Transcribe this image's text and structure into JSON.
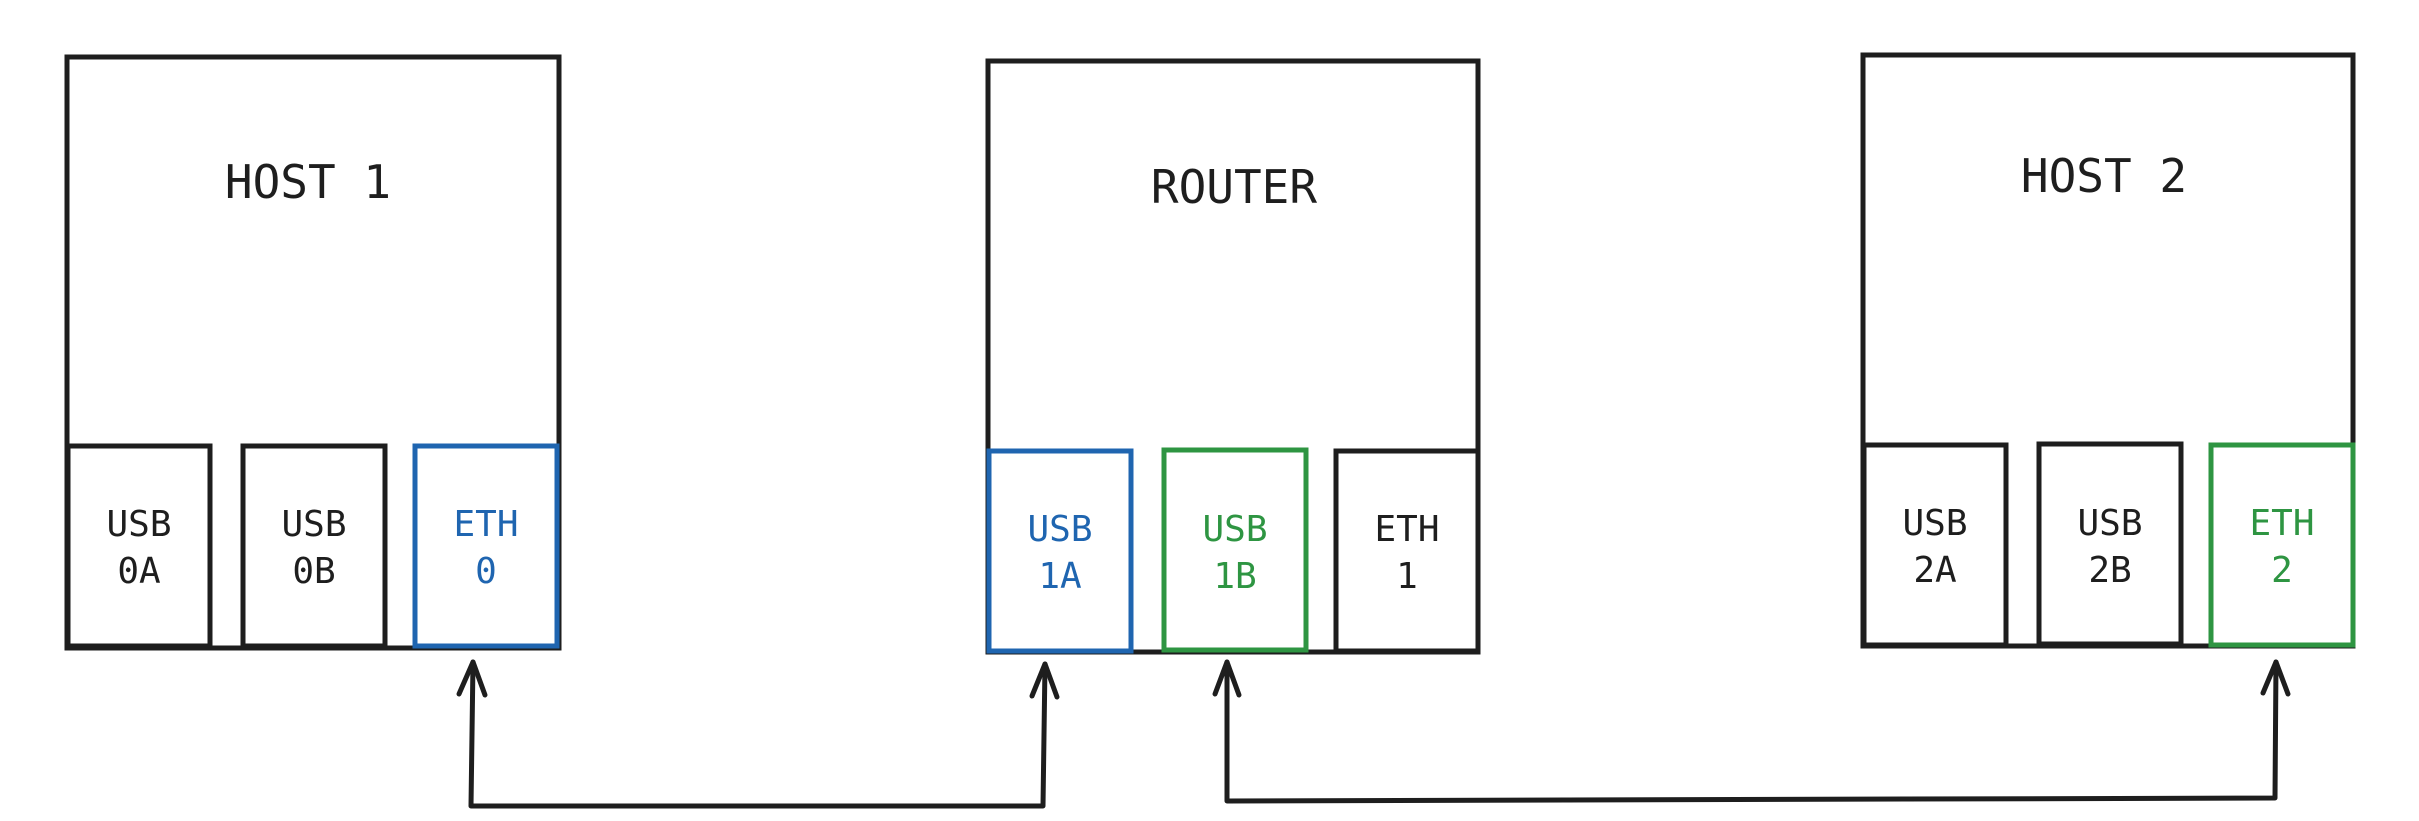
{
  "devices": [
    {
      "id": "host1",
      "title": "HOST 1",
      "ports": [
        {
          "line1": "USB",
          "line2": "0A",
          "color": "#1e1e1e"
        },
        {
          "line1": "USB",
          "line2": "0B",
          "color": "#1e1e1e"
        },
        {
          "line1": "ETH",
          "line2": "0",
          "color": "#1f65b0"
        }
      ]
    },
    {
      "id": "router",
      "title": "ROUTER",
      "ports": [
        {
          "line1": "USB",
          "line2": "1A",
          "color": "#1f65b0"
        },
        {
          "line1": "USB",
          "line2": "1B",
          "color": "#2e9542"
        },
        {
          "line1": "ETH",
          "line2": "1",
          "color": "#1e1e1e"
        }
      ]
    },
    {
      "id": "host2",
      "title": "HOST 2",
      "ports": [
        {
          "line1": "USB",
          "line2": "2A",
          "color": "#1e1e1e"
        },
        {
          "line1": "USB",
          "line2": "2B",
          "color": "#1e1e1e"
        },
        {
          "line1": "ETH",
          "line2": "2",
          "color": "#2e9542"
        }
      ]
    }
  ],
  "connections": [
    {
      "from": "ETH 0",
      "to": "USB 1A"
    },
    {
      "from": "USB 1B",
      "to": "ETH 2"
    }
  ],
  "colors": {
    "stroke": "#1e1e1e",
    "blue": "#1f65b0",
    "green": "#2e9542"
  }
}
